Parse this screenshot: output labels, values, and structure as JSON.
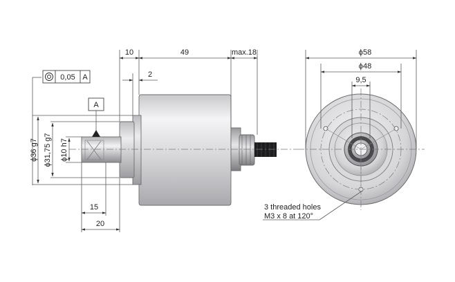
{
  "dimensions": {
    "flange_thickness": "10",
    "body_length": "49",
    "cable_gland": "max.18",
    "step": "2",
    "shaft_flat": "15",
    "shaft_length": "20",
    "outer_dia": "ϕ36 g7",
    "spigot_dia": "ϕ31,75 g7",
    "shaft_dia": "ϕ10 h7",
    "housing_dia": "ϕ58",
    "bolt_circle_dia": "ϕ48",
    "spacing": "9,5"
  },
  "tolerance": {
    "value": "0,05",
    "datum": "A"
  },
  "datum_label": "A",
  "note": {
    "line1": "3 threaded holes",
    "line2": "M3 x 8 at 120°"
  }
}
